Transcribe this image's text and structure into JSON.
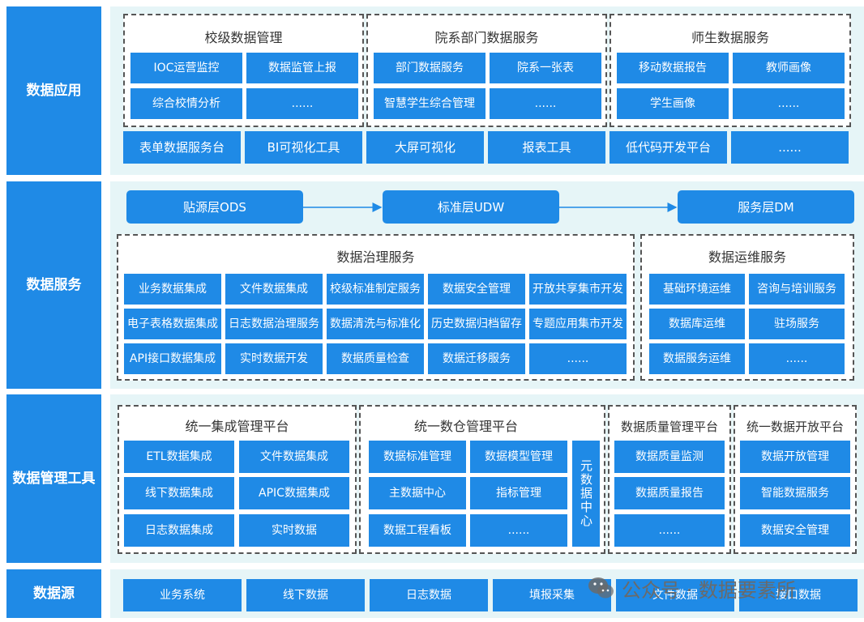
{
  "colors": {
    "primary": "#1f8ae6",
    "band_bg": "#e6f5f7",
    "dash_border": "#555555"
  },
  "layers": {
    "app": "数据应用",
    "svc": "数据服务",
    "tools": "数据管理工具",
    "src": "数据源"
  },
  "app": {
    "g1": {
      "title": "校级数据管理",
      "items": [
        "IOC运营监控",
        "数据监管上报",
        "综合校情分析",
        "......"
      ]
    },
    "g2": {
      "title": "院系部门数据服务",
      "items": [
        "部门数据服务",
        "院系一张表",
        "智慧学生综合管理",
        "......"
      ]
    },
    "g3": {
      "title": "师生数据服务",
      "items": [
        "移动数据报告",
        "教师画像",
        "学生画像",
        "......"
      ]
    },
    "bottom": [
      "表单数据服务台",
      "BI可视化工具",
      "大屏可视化",
      "报表工具",
      "低代码开发平台",
      "......"
    ]
  },
  "svc": {
    "flow": [
      "贴源层ODS",
      "标准层UDW",
      "服务层DM"
    ],
    "gov": {
      "title": "数据治理服务",
      "items": [
        "业务数据集成",
        "文件数据集成",
        "校级标准制定服务",
        "数据安全管理",
        "开放共享集市开发",
        "电子表格数据集成",
        "日志数据治理服务",
        "数据清洗与标准化",
        "历史数据归档留存",
        "专题应用集市开发",
        "API接口数据集成",
        "实时数据开发",
        "数据质量检查",
        "数据迁移服务",
        "......"
      ]
    },
    "ops": {
      "title": "数据运维服务",
      "items": [
        "基础环境运维",
        "咨询与培训服务",
        "数据库运维",
        "驻场服务",
        "数据服务运维",
        "......"
      ]
    }
  },
  "tools": {
    "t1": {
      "title": "统一集成管理平台",
      "items": [
        "ETL数据集成",
        "文件数据集成",
        "线下数据集成",
        "APIC数据集成",
        "日志数据集成",
        "实时数据"
      ]
    },
    "t2": {
      "title": "统一数仓管理平台",
      "items": [
        "数据标准管理",
        "数据模型管理",
        "主数据中心",
        "指标管理",
        "数据工程看板",
        "......"
      ],
      "vertical": "元数据中心"
    },
    "t3": {
      "title": "数据质量管理平台",
      "items": [
        "数据质量监测",
        "数据质量报告",
        "......"
      ]
    },
    "t4": {
      "title": "统一数据开放平台",
      "items": [
        "数据开放管理",
        "智能数据服务",
        "数据安全管理"
      ]
    }
  },
  "src": [
    "业务系统",
    "线下数据",
    "日志数据",
    "填报采集",
    "文件数据",
    "接口数据"
  ],
  "watermark": {
    "text": "公众号 · 数据要素所",
    "icon": "wechat-icon"
  }
}
